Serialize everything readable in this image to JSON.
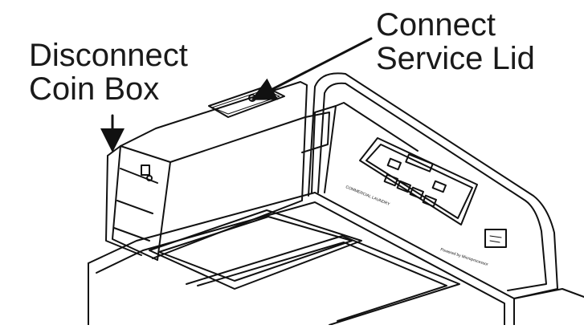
{
  "callouts": {
    "disconnect": {
      "line1": "Disconnect",
      "line2": "Coin Box"
    },
    "connect": {
      "line1": "Connect",
      "line2": "Service Lid"
    }
  },
  "colors": {
    "line": "#111111",
    "background": "#ffffff"
  }
}
